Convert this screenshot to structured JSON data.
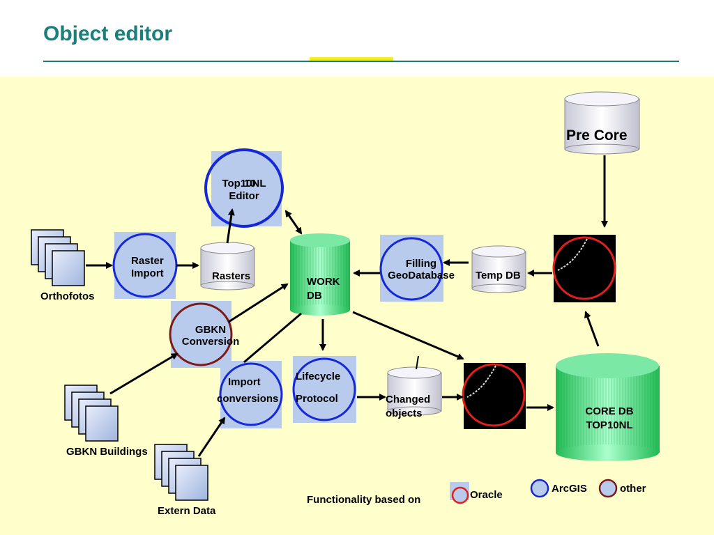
{
  "title": "Object editor",
  "nodes": {
    "pre_core": "Pre Core",
    "top10nl_editor": "Top10NL\nEditor",
    "top10nl_overlay": "10",
    "raster_import": "Raster\nImport",
    "rasters": "Rasters",
    "work_db": "WORK\nDB",
    "filling_geodatabase": "Filling\nGeoDatabase",
    "temp_db": "Temp DB",
    "orthofotos": "Orthofotos",
    "gbkn_conversion": "GBKN\nConversion",
    "import_conversions_1": "Import",
    "import_conversions_2": "conversions",
    "lifecycle": "Lifecycle",
    "protocol": "Protocol",
    "changed_objects": "Changed\nobjects",
    "core_db": "CORE DB\nTOP10NL",
    "gbkn_buildings": "GBKN Buildings",
    "extern_data": "Extern Data"
  },
  "legend": {
    "caption": "Functionality based on",
    "oracle": "Oracle",
    "arcgis": "ArcGIS",
    "other": "other"
  },
  "colors": {
    "title": "#1a7f7a",
    "background": "#ffffcc",
    "oracle": "#e0201c",
    "arcgis": "#1428d8",
    "other": "#7a1a1a",
    "db_green": "#55dd88"
  }
}
